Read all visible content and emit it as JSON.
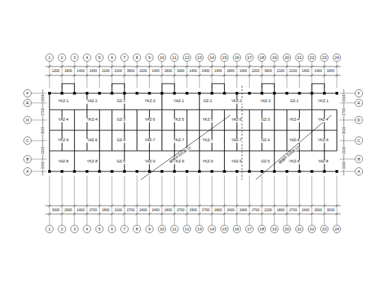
{
  "diagram": {
    "labels": [
      "1",
      "2",
      "3",
      "4",
      "5",
      "6",
      "7",
      "8",
      "9",
      "10",
      "11",
      "12",
      "13",
      "14",
      "15",
      "16",
      "17",
      "18",
      "19",
      "20",
      "21",
      "22",
      "23",
      "24",
      "1200",
      "1800",
      "1400",
      "1400",
      "2100",
      "2100",
      "3600",
      "2200",
      "1400",
      "1800",
      "1600",
      "1400",
      "2400",
      "1400",
      "1800",
      "1400",
      "2200",
      "3600",
      "2100",
      "2100",
      "1400",
      "1400",
      "1800",
      "3000",
      "2600",
      "2400",
      "2700",
      "1800",
      "2100",
      "2700",
      "2400",
      "2400",
      "1800",
      "2700",
      "1500",
      "2700",
      "1800",
      "2400",
      "2400",
      "2700",
      "2100",
      "1800",
      "2700",
      "2400",
      "2600",
      "3000",
      "1",
      "2",
      "3",
      "4",
      "5",
      "6",
      "7",
      "8",
      "9",
      "10",
      "11",
      "12",
      "13",
      "14",
      "15",
      "16",
      "17",
      "18",
      "19",
      "20",
      "21",
      "22",
      "23",
      "24",
      "A",
      "B",
      "C",
      "D",
      "E",
      "F",
      "A",
      "B",
      "C",
      "D",
      "E",
      "F",
      "1500",
      "2100",
      "3000",
      "2700",
      "1500",
      "1500",
      "2100",
      "3000",
      "2700",
      "1500",
      "YKZ-1",
      "YAZ-2",
      "GZ-1",
      "YKZ-3",
      "YAZ-1",
      "GZ-2",
      "YKZ-2",
      "YAZ-3",
      "GZ-1",
      "YKZ-1",
      "YAZ-4",
      "YKZ-4",
      "GZ-3",
      "YAZ-5",
      "YKZ-5",
      "YKZ-5",
      "YAZ-5",
      "GZ-3",
      "YKZ-4",
      "YAZ-4",
      "YKZ-6",
      "YAZ-6",
      "GZ-4",
      "YAZ-7",
      "YKZ-7",
      "YKZ-7",
      "YAZ-7",
      "GZ-4",
      "YAZ-6",
      "YKZ-6",
      "YAZ-8",
      "YKZ-8",
      "GZ-5",
      "YAZ-9",
      "YKZ-9",
      "YKZ-9",
      "YAZ-9",
      "GZ-5",
      "YKZ-8",
      "YAZ-8",
      "楼梯详见结施-13",
      "楼梯详见结施-13"
    ]
  }
}
